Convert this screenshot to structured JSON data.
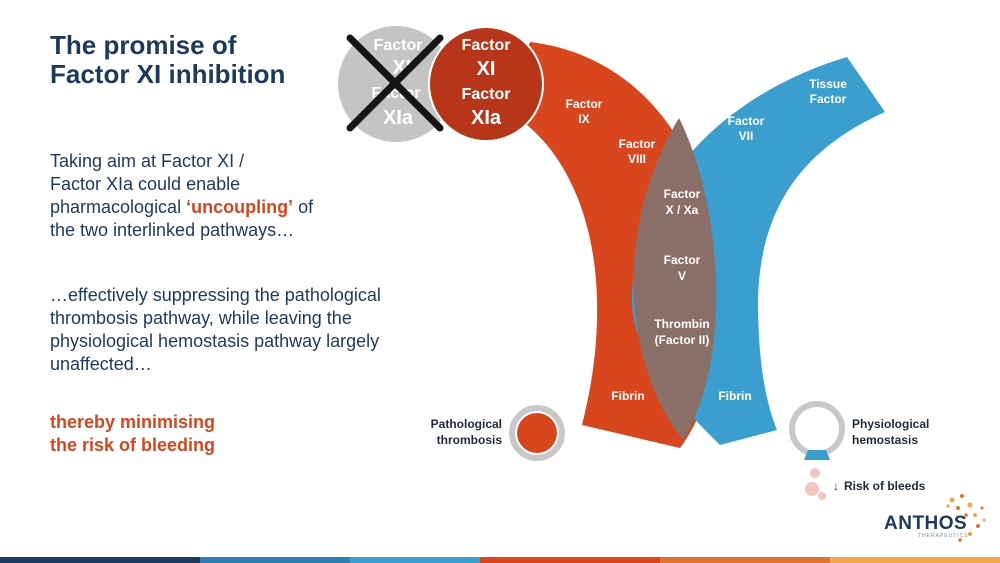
{
  "title": {
    "line1": "The promise of",
    "line2": "Factor XI inhibition"
  },
  "body": {
    "p1": {
      "line1": "Taking aim at Factor XI /",
      "line2": "Factor XIa could enable",
      "line3_pre": "pharmacological ",
      "line3_hl": "‘uncoupling’",
      "line3_post": " of",
      "line4": "the two interlinked pathways…"
    },
    "p2": {
      "line1": "…effectively suppressing the pathological",
      "line2": "thrombosis pathway, while leaving the",
      "line3": "physiological hemostasis pathway largely",
      "line4": "unaffected…"
    },
    "p3": {
      "line1": "thereby minimising",
      "line2": "the risk of bleeding"
    }
  },
  "diagram": {
    "crossed_circle": {
      "top_word": "Factor",
      "top_symbol": "XI",
      "bottom_word": "Factor",
      "bottom_symbol": "XIa"
    },
    "active_circle": {
      "top_word": "Factor",
      "top_symbol": "XI",
      "bottom_word": "Factor",
      "bottom_symbol": "XIa"
    },
    "left_path": {
      "factor_ix": {
        "word": "Factor",
        "symbol": "IX"
      },
      "factor_viii": {
        "word": "Factor",
        "symbol": "VIII"
      },
      "fibrin": "Fibrin"
    },
    "right_path": {
      "tissue_factor": {
        "line1": "Tissue",
        "line2": "Factor"
      },
      "factor_vii": {
        "word": "Factor",
        "symbol": "VII"
      },
      "fibrin": "Fibrin"
    },
    "shared": {
      "factor_x": {
        "word": "Factor",
        "symbol": "X / Xa"
      },
      "factor_v": {
        "word": "Factor",
        "symbol": "V"
      },
      "thrombin": {
        "line1": "Thrombin",
        "line2": "(Factor II)"
      }
    },
    "pathological": {
      "line1": "Pathological",
      "line2": "thrombosis"
    },
    "physiological": {
      "line1": "Physiological",
      "line2": "hemostasis"
    },
    "risk": {
      "arrow": "↓",
      "label": "Risk of bleeds"
    }
  },
  "logo": {
    "name": "ANTHOS",
    "sub": "THERAPEUTICS"
  },
  "colors": {
    "navy": "#1c3a5e",
    "orange": "#d9451c",
    "blue": "#3a9fcf",
    "overlap": "#8a6f68",
    "gray": "#c4c4c4"
  },
  "footer_colors": [
    "#1c3a5e",
    "#2f7fb5",
    "#3a9fcf",
    "#d9451c",
    "#e0732e",
    "#f0a64a"
  ]
}
